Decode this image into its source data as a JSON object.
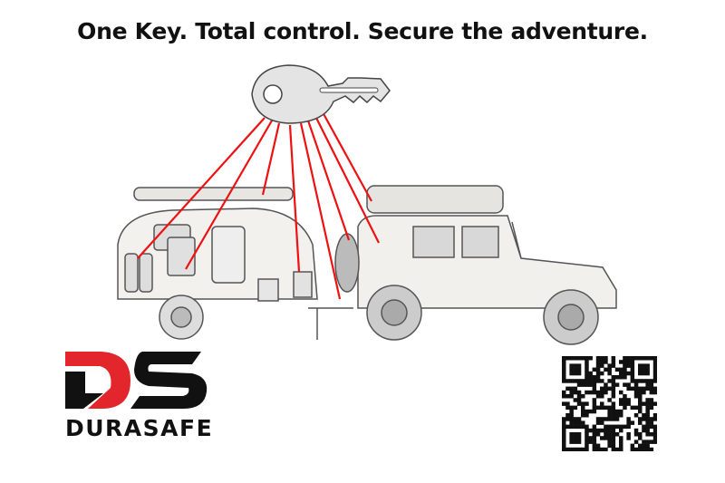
{
  "headline": "One Key. Total control. Secure the adventure.",
  "brand": {
    "logo_letters": "DS",
    "name": "DURASAFE",
    "accent_color": "#e3262b",
    "dark_color": "#111111"
  },
  "illustration": {
    "line_color": "#ee1111",
    "key_icon": "key-icon",
    "qr_icon": "qr-code-icon"
  }
}
